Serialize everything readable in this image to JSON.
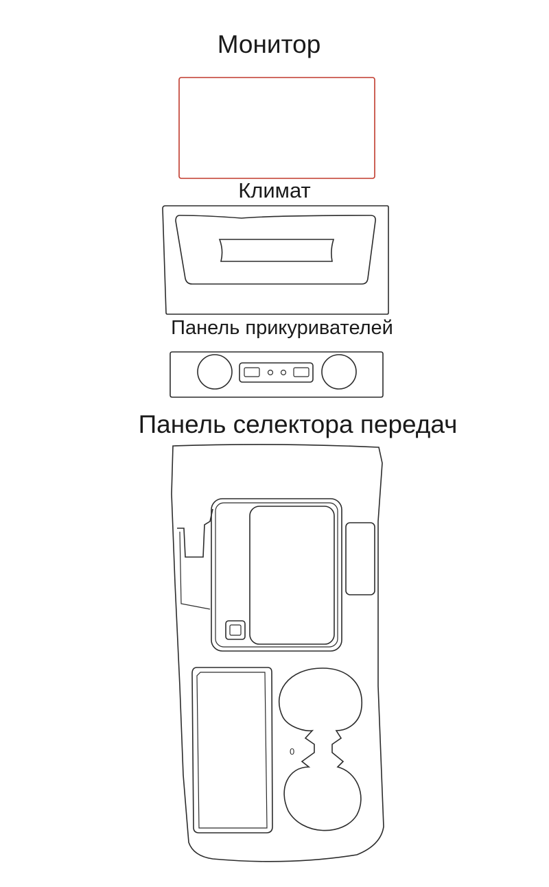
{
  "labels": {
    "monitor": "Монитор",
    "climate": "Климат",
    "lighter_panel": "Панель прикуривателей",
    "gear_selector_panel": "Панель селектора передач",
    "small_mark": "0"
  },
  "colors": {
    "monitor_outline": "#c0392b",
    "line": "#2b2b2b",
    "background": "#ffffff"
  }
}
